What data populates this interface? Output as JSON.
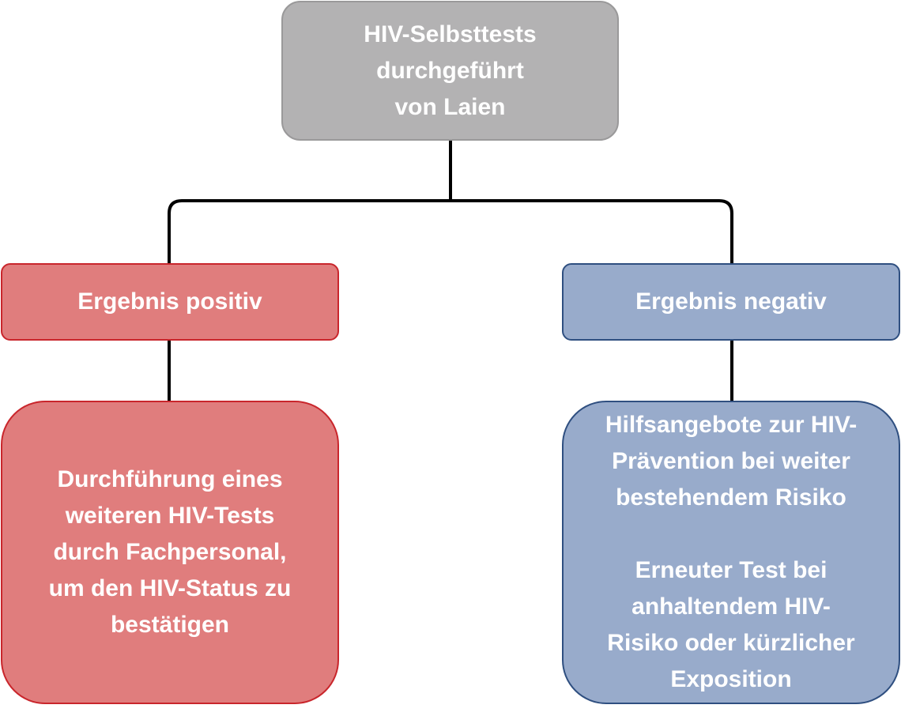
{
  "diagram": {
    "root": {
      "lines": [
        "HIV-Selbsttests",
        "durchgeführt",
        "von Laien"
      ],
      "fill": "#b3b2b3",
      "border": "#9a999a"
    },
    "positive": {
      "label": "Ergebnis positiv",
      "fill": "#e07d7d",
      "border": "#c9262c",
      "detail_lines": [
        "Durchführung eines",
        "weiteren HIV-Tests",
        "durch Fachpersonal,",
        "um den HIV-Status zu",
        "bestätigen"
      ]
    },
    "negative": {
      "label": "Ergebnis negativ",
      "fill": "#98abcb",
      "border": "#2f4f80",
      "detail_lines": [
        "Hilfsangebote zur HIV-",
        "Prävention bei weiter",
        "bestehendem Risiko",
        "",
        "Erneuter Test bei",
        "anhaltendem HIV-",
        "Risiko oder kürzlicher",
        "Exposition"
      ]
    },
    "connector_color": "#000000"
  }
}
